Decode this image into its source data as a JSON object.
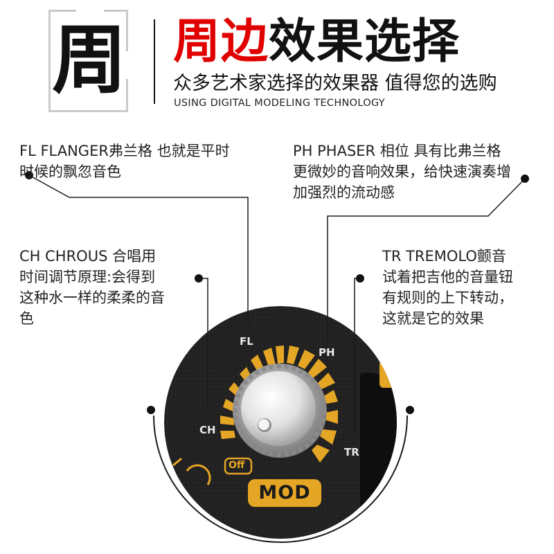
{
  "header": {
    "big_char": "周",
    "title_red": "周边",
    "title_black": "效果选择",
    "subtitle": "众多艺术家选择的效果器 值得您的选购",
    "tagline": "USING DIGITAL MODELING TECHNOLOGY"
  },
  "annotations": {
    "flanger": {
      "line1": "FL FLANGER弗兰格 也就是平时",
      "line2": "时候的飘忽音色"
    },
    "phaser": {
      "line1": "PH PHASER 相位 具有比弗兰格",
      "line2": "更微妙的音响效果，给快速演奏增",
      "line3": "加强烈的流动感"
    },
    "chorus": {
      "line1": "CH CHROUS 合唱用",
      "line2": "时间调节原理:会得到",
      "line3": "这种水一样的柔柔的音",
      "line4": "色"
    },
    "tremolo": {
      "line1": "TR TREMOLO颤音",
      "line2": "试着把吉他的音量钮",
      "line3": "有规则的上下转动，",
      "line4": "这就是它的效果"
    }
  },
  "knob": {
    "labels": {
      "fl": "FL",
      "ph": "PH",
      "ch": "CH",
      "tr": "TR",
      "off": "Off"
    },
    "badge": "MOD"
  },
  "colors": {
    "accent_red": "#e00000",
    "knob_gold": "#e6a625",
    "panel_black": "#1c1c1c"
  }
}
